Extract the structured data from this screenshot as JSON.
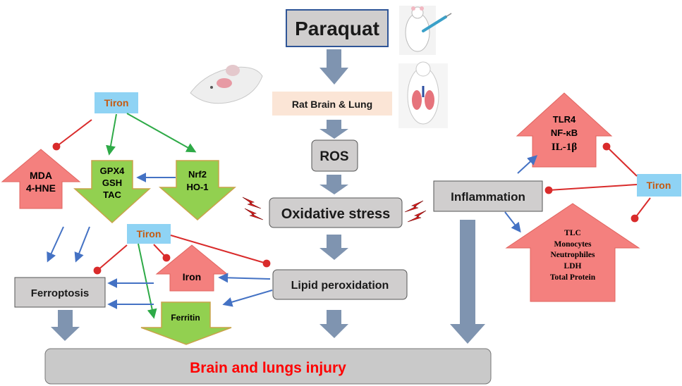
{
  "nodes": {
    "paraquat": "Paraquat",
    "rat_brain_lung": "Rat Brain & Lung",
    "ros": "ROS",
    "oxidative_stress": "Oxidative stress",
    "inflammation": "Inflammation",
    "lipid_peroxidation": "Lipid peroxidation",
    "ferroptosis": "Ferroptosis",
    "injury": "Brain and lungs injury"
  },
  "tiron_labels": {
    "left": "Tiron",
    "middle": "Tiron",
    "right": "Tiron"
  },
  "up_arrows": {
    "mda": [
      "MDA",
      "4-HNE"
    ],
    "iron": [
      "Iron"
    ],
    "tlr4": [
      "TLR4",
      "NF-κB",
      "IL-1β"
    ],
    "tlc": [
      "TLC",
      "Monocytes",
      "Neutrophiles",
      "LDH",
      "Total Protein"
    ]
  },
  "down_arrows": {
    "gpx4": [
      "GPX4",
      "GSH",
      "TAC"
    ],
    "nrf2": [
      "Nrf2",
      "HO-1"
    ],
    "ferritin": [
      "Ferritin"
    ]
  },
  "icons": {
    "rat_injection": "rat-injection-icon",
    "rat_head": "rat-head-icon",
    "rat_lungs": "rat-lungs-icon"
  },
  "colors": {
    "gray_box": "#d0cece",
    "peach_box": "#fbe5d6",
    "tiron_box": "#8fd3f4",
    "tiron_text": "#c55a11",
    "red_arrow": "#f4807e",
    "green_arrow": "#92d050",
    "flow_arrow": "#7f94b0",
    "blue_line": "#4472c4",
    "green_line": "#2eaa47",
    "inhibit_line": "#d92b2b",
    "injury_text": "#ff0000"
  }
}
